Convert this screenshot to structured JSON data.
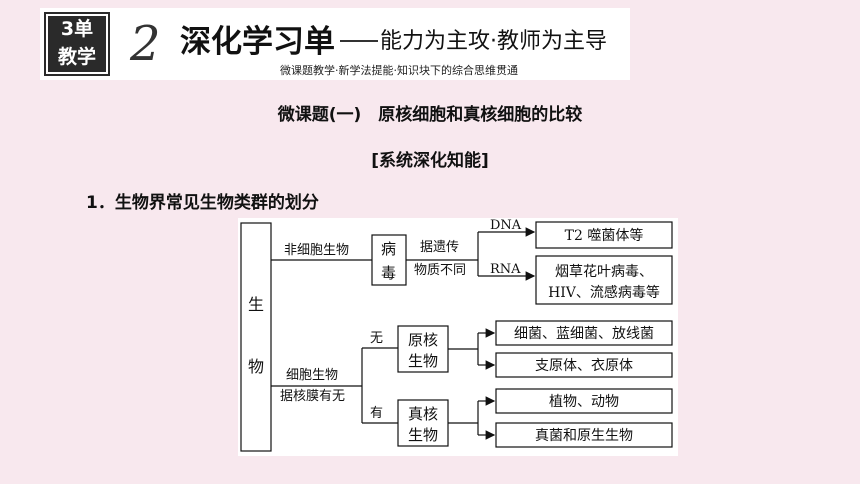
{
  "banner": {
    "badge_line1": "3单",
    "badge_line2": "教学",
    "number": "2",
    "title": "深化学习单",
    "subtitle": "能力为主攻·教师为主导",
    "tagline": "微课题教学·新学法提能·知识块下的综合思维贯通"
  },
  "lesson_title": "微课题(一)　原核细胞和真核细胞的比较",
  "section_title": "[系统深化知能]",
  "point_title": "1．生物界常见生物类群的划分",
  "diagram": {
    "root_char1": "生",
    "root_char2": "物",
    "non_cellular": "非细胞生物",
    "virus_1": "病",
    "virus_2": "毒",
    "criterion_virus_1": "据遗传",
    "criterion_virus_2": "物质不同",
    "dna": "DNA",
    "rna": "RNA",
    "dna_examples": "T2 噬菌体等",
    "rna_examples_1": "烟草花叶病毒、",
    "rna_examples_2": "HIV、流感病毒等",
    "cellular": "细胞生物",
    "criterion_cell": "据核膜有无",
    "without": "无",
    "with": "有",
    "prokaryote_1": "原核",
    "prokaryote_2": "生物",
    "eukaryote_1": "真核",
    "eukaryote_2": "生物",
    "prok_ex1": "细菌、蓝细菌、放线菌",
    "prok_ex2": "支原体、衣原体",
    "euk_ex1": "植物、动物",
    "euk_ex2": "真菌和原生生物"
  }
}
